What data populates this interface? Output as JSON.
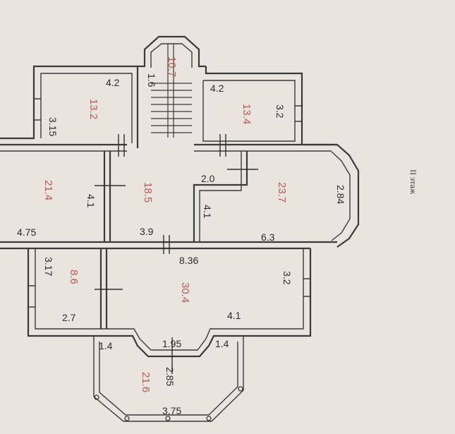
{
  "plan": {
    "caption": "II этаж",
    "colors": {
      "wall": "#3a3a3c",
      "area_text": "#b35a52",
      "paper": "#e9e5de"
    },
    "rooms": [
      {
        "id": "stair",
        "area": "10.7",
        "width_label": "1.6"
      },
      {
        "id": "room-top-left",
        "area": "13.2",
        "width_label": "4.2",
        "depth_label": "3.15"
      },
      {
        "id": "room-top-right",
        "area": "13.4",
        "width_label": "4.2",
        "depth_label": "3.2"
      },
      {
        "id": "room-left",
        "area": "21.4",
        "width_label": "4.75",
        "depth_label": "4.1"
      },
      {
        "id": "hall",
        "area": "18.5",
        "width_label": "3.9"
      },
      {
        "id": "room-right",
        "area": "23.7",
        "width_label": "6.3",
        "depth_label": "4.1",
        "bay_label": "2.84",
        "corridor_label": "2.0"
      },
      {
        "id": "room-bottom-left",
        "area": "8.6",
        "width_label": "2.7",
        "depth_label": "3.17"
      },
      {
        "id": "room-bottom",
        "area": "30.4",
        "width_label": "8.36",
        "depth_label": "3.2",
        "side_label": "4.1"
      },
      {
        "id": "balcony",
        "area": "21.6",
        "width_label": "3.75",
        "depth_label": "2.85",
        "inner_label": "1.95",
        "left_label": "1.4",
        "right_label": "1.4"
      }
    ]
  }
}
